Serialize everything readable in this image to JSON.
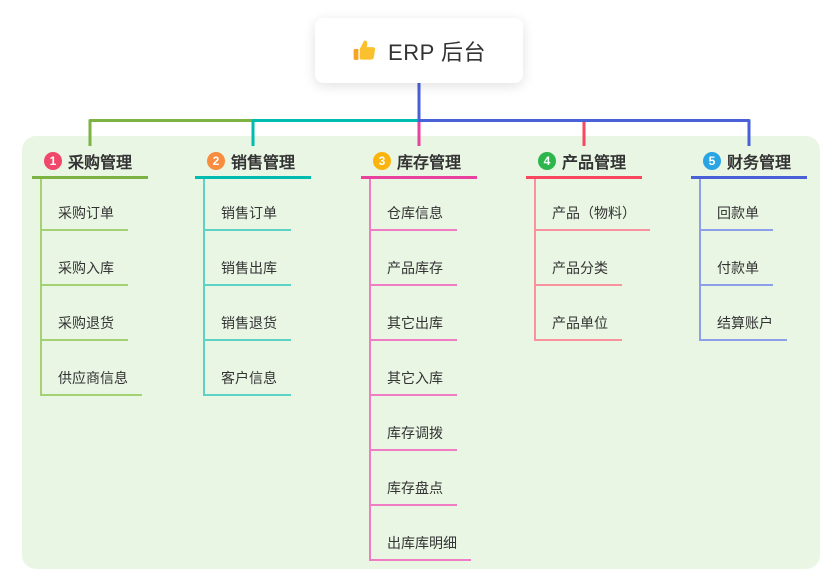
{
  "root": {
    "title": "ERP 后台",
    "icon": "thumbs-up-icon"
  },
  "colors": {
    "page_bg": "#ffffff",
    "panel_bg": "#e9f6e4",
    "text": "#333333",
    "root_line": "#4a60d8"
  },
  "branches": [
    {
      "num": "1",
      "label": "采购管理",
      "badge_color": "#f0486a",
      "line_color": "#7cb342",
      "child_line_color": "#a3d173",
      "children": [
        "采购订单",
        "采购入库",
        "采购退货",
        "供应商信息"
      ]
    },
    {
      "num": "2",
      "label": "销售管理",
      "badge_color": "#f98c3e",
      "line_color": "#00bcae",
      "child_line_color": "#5ed2c5",
      "children": [
        "销售订单",
        "销售出库",
        "销售退货",
        "客户信息"
      ]
    },
    {
      "num": "3",
      "label": "库存管理",
      "badge_color": "#fab40c",
      "line_color": "#e8429e",
      "child_line_color": "#f07cc3",
      "children": [
        "仓库信息",
        "产品库存",
        "其它出库",
        "其它入库",
        "库存调拨",
        "库存盘点",
        "出库库明细"
      ]
    },
    {
      "num": "4",
      "label": "产品管理",
      "badge_color": "#2eb64e",
      "line_color": "#f7485f",
      "child_line_color": "#f9929f",
      "children": [
        "产品（物料）",
        "产品分类",
        "产品单位"
      ]
    },
    {
      "num": "5",
      "label": "财务管理",
      "badge_color": "#2aa5e4",
      "line_color": "#4a60d8",
      "child_line_color": "#8ba0e8",
      "children": [
        "回款单",
        "付款单",
        "结算账户"
      ]
    }
  ]
}
